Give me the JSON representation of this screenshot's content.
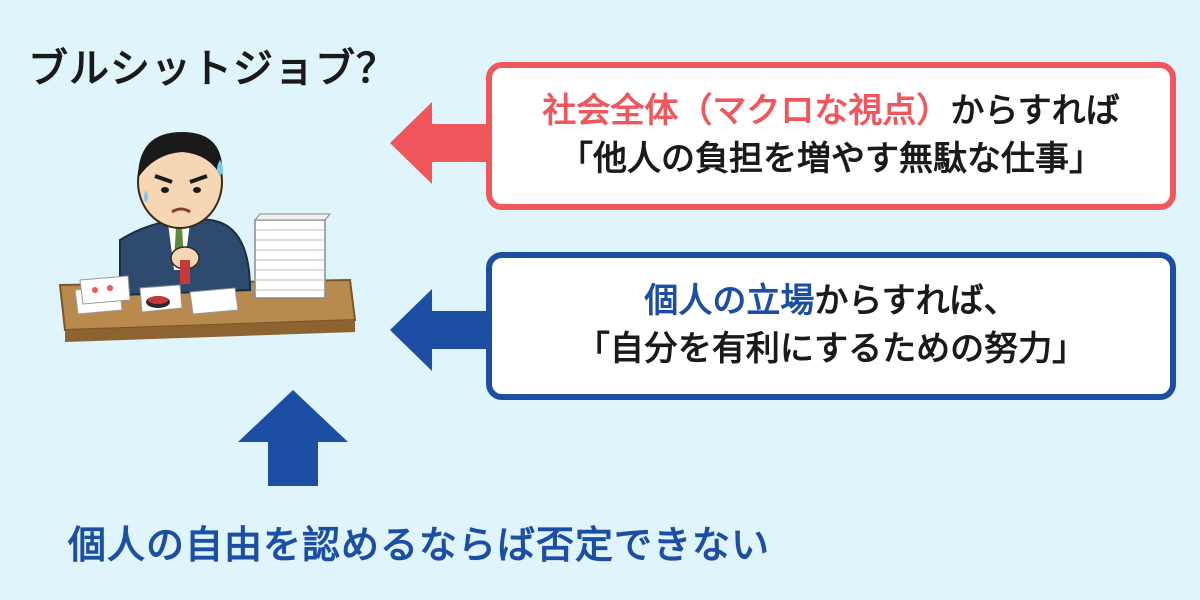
{
  "title": "ブルシットジョブ？",
  "macro_box": {
    "highlight": "社会全体（マクロな視点）",
    "suffix": "からすれば",
    "line2": "「他人の負担を増やす無駄な仕事」"
  },
  "personal_box": {
    "highlight": "個人の立場",
    "suffix": "からすれば、",
    "line2": "「自分を有利にするための努力」"
  },
  "bottom_text": "個人の自由を認めるならば否定できない",
  "illustration": "busy-office-worker-at-desk-with-papers",
  "colors": {
    "background": "#dff4fb",
    "red": "#f0565b",
    "blue": "#1c4fa3",
    "text": "#1a1a1a"
  }
}
